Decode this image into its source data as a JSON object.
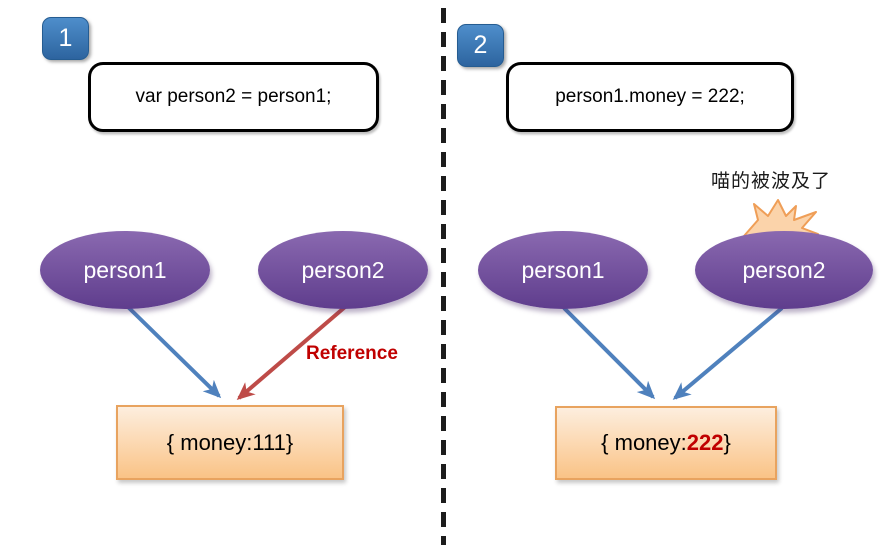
{
  "colors": {
    "badge_blue_top": "#4e8ecb",
    "badge_blue_bottom": "#2d649f",
    "ellipse_purple_top": "#8a69b0",
    "ellipse_purple_bottom": "#5f3d8d",
    "arrow_blue": "#4f81bd",
    "arrow_red": "#be4b48",
    "reference_red": "#c00000",
    "money_value_red": "#c00000",
    "box_orange_top": "#fdeede",
    "box_orange_bottom": "#fac386",
    "box_orange_border": "#e8a35f",
    "explosion_fill": "#fbd3aa",
    "explosion_stroke": "#ef9e57"
  },
  "panels": [
    {
      "badge": "1",
      "code": "var person2 = person1;",
      "node_left": "person1",
      "node_right": "person2",
      "arrow_label": "Reference",
      "money_prefix": "{ money: ",
      "money_value": "111",
      "money_suffix": " }"
    },
    {
      "badge": "2",
      "code": "person1.money = 222;",
      "node_left": "person1",
      "node_right": "person2",
      "callout": "喵的被波及了",
      "money_prefix": "{ money: ",
      "money_value": "222",
      "money_suffix": " }"
    }
  ]
}
